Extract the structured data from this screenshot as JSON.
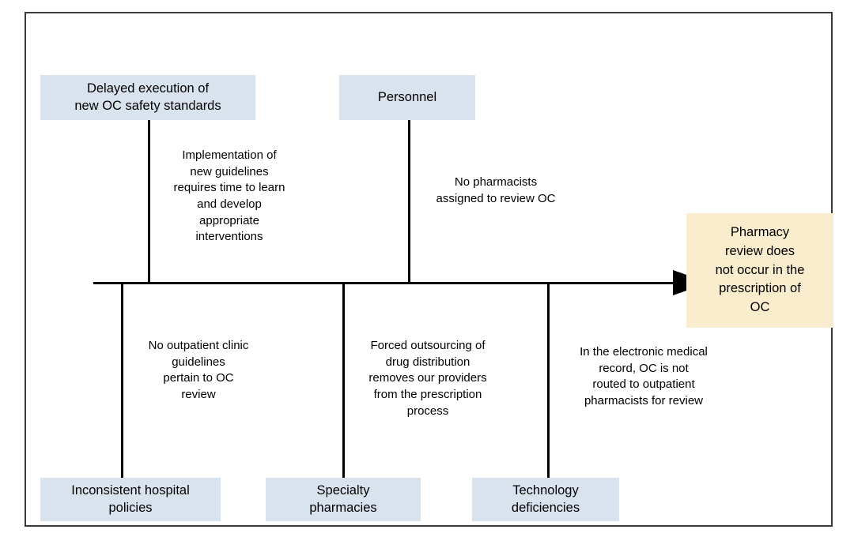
{
  "diagram": {
    "type": "fishbone-ishikawa",
    "title": "",
    "effect": {
      "label": "Pharmacy\nreview does\nnot occur in the\nprescription of\nOC",
      "color": "#faedcd"
    },
    "spine": {
      "color": "#000000",
      "arrow": "right-arrow-icon"
    },
    "category_color": "#d9e3ed",
    "categories": [
      {
        "id": "delayed-execution",
        "side": "top",
        "label": "Delayed execution of\nnew OC safety standards",
        "causes": [
          "Implementation of\nnew guidelines\nrequires time to learn\nand develop\nappropriate\ninterventions"
        ]
      },
      {
        "id": "personnel",
        "side": "top",
        "label": "Personnel",
        "causes": [
          "No pharmacists\nassigned to review OC"
        ]
      },
      {
        "id": "inconsistent-hospital-policies",
        "side": "bottom",
        "label": "Inconsistent hospital\npolicies",
        "causes": [
          "No outpatient clinic\nguidelines\npertain to OC\nreview"
        ]
      },
      {
        "id": "specialty-pharmacies",
        "side": "bottom",
        "label": "Specialty\npharmacies",
        "causes": [
          "Forced outsourcing of\ndrug distribution\nremoves our providers\nfrom the prescription\nprocess"
        ]
      },
      {
        "id": "technology-deficiencies",
        "side": "bottom",
        "label": "Technology\ndeficiencies",
        "causes": [
          "In the electronic medical\nrecord, OC is not\nrouted to outpatient\npharmacists for review"
        ]
      }
    ]
  }
}
